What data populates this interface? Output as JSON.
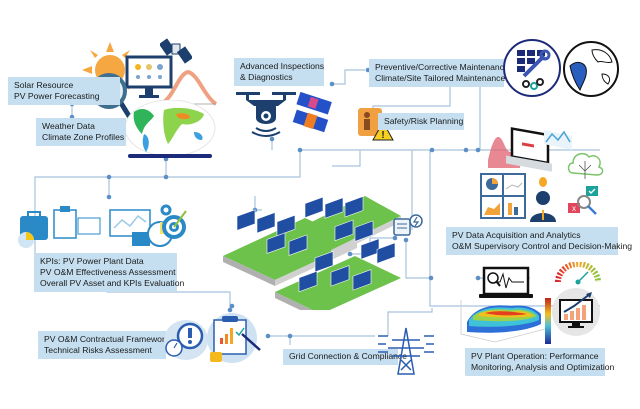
{
  "title": "PV O&M Framework",
  "colors": {
    "label_bg": "#c5dff0",
    "connector": "#9fbfd8",
    "node": "#5b8fc6",
    "ground": "#6cc24a",
    "panel": "#1f4ea3"
  },
  "nodes": {
    "solar_resource": {
      "lines": [
        "Solar Resource",
        "PV Power Forecasting"
      ]
    },
    "weather": {
      "lines": [
        "Weather Data",
        "Climate Zone Profiles"
      ]
    },
    "inspections": {
      "lines": [
        "Advanced Inspections",
        "& Diagnostics"
      ]
    },
    "maintenance": {
      "lines": [
        "Preventive/Corrective Maintenance",
        "Climate/Site Tailored Maintenance"
      ]
    },
    "safety": {
      "lines": [
        "Safety/Risk Planning"
      ]
    },
    "analytics": {
      "lines": [
        "PV Data Acquisition and Analytics",
        "O&M Supervisory Control and Decision-Making"
      ]
    },
    "kpis": {
      "lines": [
        "KPIs: PV Power Plant Data",
        "PV O&M Effectiveness Assessment",
        "Overall PV Asset and KPIs Evaluation"
      ]
    },
    "contractual": {
      "lines": [
        "PV O&M Contractual Framework",
        "Technical Risks Assessment"
      ]
    },
    "grid": {
      "lines": [
        "Grid Connection & Compliance"
      ]
    },
    "operation": {
      "lines": [
        "PV Plant Operation: Performance",
        "Monitoring, Analysis and Optimization"
      ]
    }
  },
  "icons": [
    "sun-icon",
    "monitor-icon",
    "satellite-icon",
    "magnifier-icon",
    "world-map-icon",
    "drone-icon",
    "thermal-panel-icon",
    "solar-panel-wrench-icon",
    "globe-icon",
    "worker-warning-icon",
    "laptop-analytics-icon",
    "dashboard-grid-icon",
    "manager-icon",
    "cloud-network-icon",
    "search-check-icon",
    "kpi-tools-icon",
    "target-icon",
    "alert-gauge-icon",
    "clipboard-chart-icon",
    "transmission-tower-icon",
    "inverter-icon",
    "laptop-ecg-icon",
    "surface-plot-icon",
    "speed-gauge-icon",
    "growth-monitor-icon",
    "solar-farm-icon"
  ]
}
